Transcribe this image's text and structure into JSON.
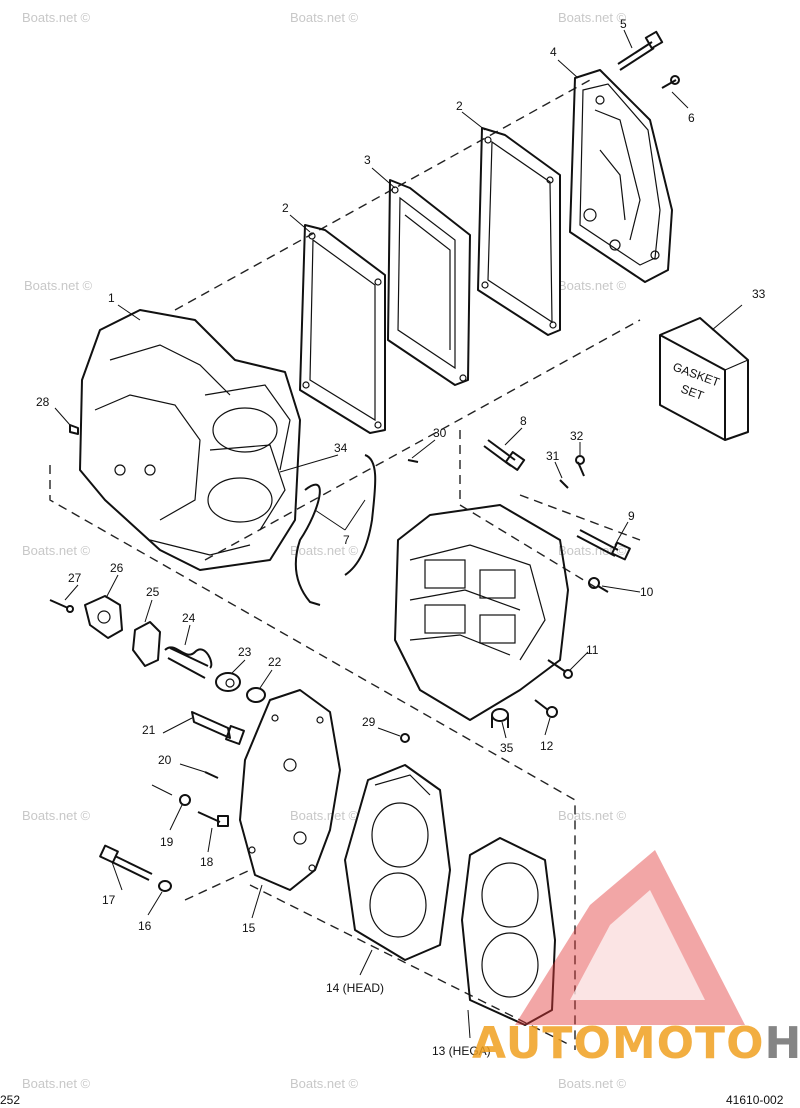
{
  "watermark": "Boats.net ©",
  "brand": {
    "prefix": "AUTO",
    "middle": "MOTO",
    "suffix": "HUB",
    "color_red": "#e23a3a",
    "color_orange": "#f0a020",
    "color_gray": "#707070"
  },
  "corner_left": "252",
  "corner_right": "41610-002",
  "gasket_box": {
    "line1": "GASKET",
    "line2": "SET"
  },
  "labels": {
    "p1": "1",
    "p2a": "2",
    "p2b": "2",
    "p3": "3",
    "p4": "4",
    "p5": "5",
    "p6": "6",
    "p7": "7",
    "p8": "8",
    "p9": "9",
    "p10": "10",
    "p11": "11",
    "p12": "12",
    "p13": "13 (HEGA)",
    "p14": "14 (HEAD)",
    "p15": "15",
    "p16": "16",
    "p17": "17",
    "p18": "18",
    "p19": "19",
    "p20": "20",
    "p21": "21",
    "p22": "22",
    "p23": "23",
    "p24": "24",
    "p25": "25",
    "p26": "26",
    "p27": "27",
    "p28": "28",
    "p29": "29",
    "p30": "30",
    "p31": "31",
    "p32": "32",
    "p33": "33",
    "p34": "34",
    "p35": "35"
  }
}
